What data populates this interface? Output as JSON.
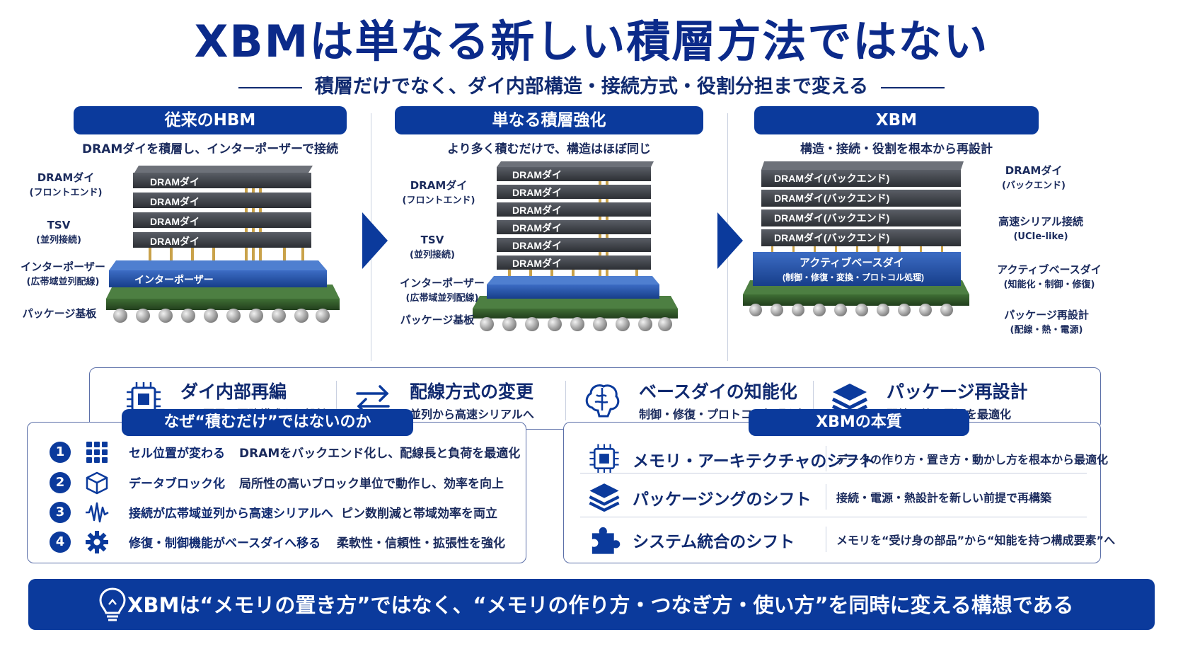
{
  "header": {
    "title": "XBMは単なる新しい積層方法ではない",
    "subtitle": "積層だけでなく、ダイ内部構造・接続方式・役割分担まで変える"
  },
  "panels": [
    {
      "title": "従来のHBM",
      "desc": "DRAMダイを積層し、インターポーザーで接続",
      "die_label": "DRAMダイ",
      "interposer_label": "インターポーザー",
      "callouts": [
        {
          "main": "DRAMダイ",
          "sub": "(フロントエンド)"
        },
        {
          "main": "TSV",
          "sub": "(並列接続)"
        },
        {
          "main": "インターポーザー",
          "sub": "(広帯域並列配線)"
        },
        {
          "main": "パッケージ基板",
          "sub": ""
        }
      ]
    },
    {
      "title": "単なる積層強化",
      "desc": "より多く積むだけで、構造はほぼ同じ",
      "die_label": "DRAMダイ",
      "callouts": [
        {
          "main": "DRAMダイ",
          "sub": "(フロントエンド)"
        },
        {
          "main": "TSV",
          "sub": "(並列接続)"
        },
        {
          "main": "インターポーザー",
          "sub": "(広帯域並列配線)"
        },
        {
          "main": "パッケージ基板",
          "sub": ""
        }
      ]
    },
    {
      "title": "XBM",
      "desc": "構造・接続・役割を根本から再設計",
      "die_label": "DRAMダイ(バックエンド)",
      "base_label": "アクティブベースダイ",
      "base_sub": "(制御・修復・変換・プロトコル処理)",
      "callouts": [
        {
          "main": "DRAMダイ",
          "sub": "(バックエンド)"
        },
        {
          "main": "高速シリアル接続",
          "sub": "(UCIe-like)"
        },
        {
          "main": "アクティブベースダイ",
          "sub": "(知能化・制御・修復)"
        },
        {
          "main": "パッケージ再設計",
          "sub": "(配線・熱・電源)"
        }
      ]
    }
  ],
  "features": [
    {
      "icon": "chip-icon",
      "title": "ダイ内部再編",
      "desc": "セル配置・回路構成を再設計"
    },
    {
      "icon": "swap-arrows-icon",
      "title": "配線方式の変更",
      "desc": "並列から高速シリアルへ"
    },
    {
      "icon": "brain-icon",
      "title": "ベースダイの知能化",
      "desc": "制御・修復・プロトコル処理を担う"
    },
    {
      "icon": "layers-icon",
      "title": "パッケージ再設計",
      "desc": "配線・熱・電源を最適化"
    }
  ],
  "why": {
    "title": "なぜ“積むだけ”ではないのか",
    "items": [
      {
        "num": "1",
        "icon": "grid-icon",
        "title": "セル位置が変わる",
        "desc": "DRAMをバックエンド化し、配線長と負荷を最適化"
      },
      {
        "num": "2",
        "icon": "cube-icon",
        "title": "データブロック化",
        "desc": "局所性の高いブロック単位で動作し、効率を向上"
      },
      {
        "num": "3",
        "icon": "waveform-icon",
        "title": "接続が広帯域並列から高速シリアルへ",
        "desc": "ピン数削減と帯域効率を両立"
      },
      {
        "num": "4",
        "icon": "gear-icon",
        "title": "修復・制御機能がベースダイへ移る",
        "desc": "柔軟性・信頼性・拡張性を強化"
      }
    ]
  },
  "essence": {
    "title": "XBMの本質",
    "items": [
      {
        "icon": "chip-icon",
        "title": "メモリ・アーキテクチャのシフト",
        "desc": "データの作り方・置き方・動かし方を根本から最適化"
      },
      {
        "icon": "layers-icon",
        "title": "パッケージングのシフト",
        "desc": "接続・電源・熱設計を新しい前提で再構築"
      },
      {
        "icon": "puzzle-icon",
        "title": "システム統合のシフト",
        "desc": "メモリを“受け身の部品”から“知能を持つ構成要素”へ"
      }
    ]
  },
  "footer": {
    "icon": "lightbulb-icon",
    "text": "XBMは“メモリの置き方”ではなく、“メモリの作り方・つなぎ方・使い方”を同時に変える構想である"
  },
  "colors": {
    "brand": "#0b3a9c",
    "title": "#0b2a8a",
    "die": "#3a3d42",
    "interposer": "#1f4fa8",
    "substrate": "#2e5a2a",
    "tsv": "#c9a24a"
  }
}
